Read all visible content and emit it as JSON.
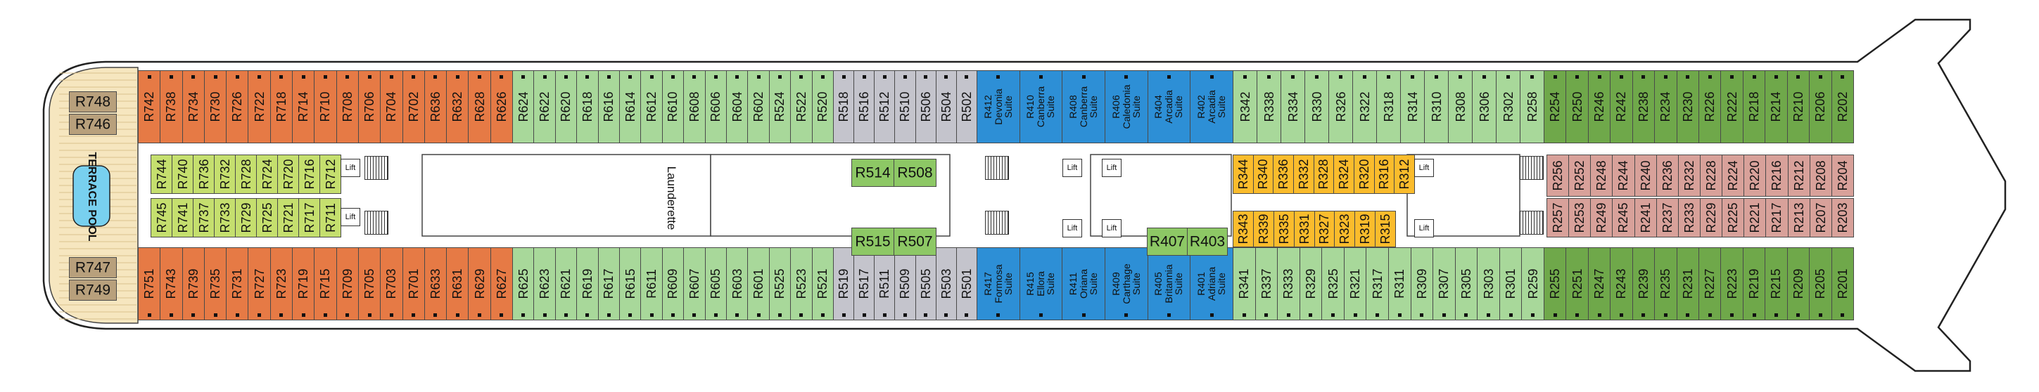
{
  "colors": {
    "orange": "#e67a45",
    "light_green": "#a8d89a",
    "grey": "#c4c4cc",
    "blue": "#2d8fd6",
    "olive_green": "#6fa84a",
    "yellow_green": "#c5df6e",
    "yellow": "#fbbc2c",
    "pink": "#d8a19a",
    "bright_green": "#8dc865",
    "tan": "#b8a07c",
    "pool": "#78d0ef",
    "deck_wood": "#f6e6bf"
  },
  "labels": {
    "pool": "TERRACE\nPOOL",
    "launderette": "Launderette",
    "lift": "Lift"
  },
  "aft": [
    "R748",
    "R746",
    "R747",
    "R749"
  ],
  "top_row": {
    "aft_orange": [
      "R742",
      "R738",
      "R734",
      "R730",
      "R726",
      "R722",
      "R718",
      "R714",
      "R710",
      "R708",
      "R706",
      "R704",
      "R702",
      "R636",
      "R632",
      "R628",
      "R626"
    ],
    "mid_green": [
      "R624",
      "R622",
      "R620",
      "R618",
      "R616",
      "R614",
      "R612",
      "R610",
      "R608",
      "R606",
      "R604",
      "R602",
      "R524",
      "R522",
      "R520"
    ],
    "grey": [
      "R518",
      "R516",
      "R512",
      "R510",
      "R506",
      "R504",
      "R502"
    ],
    "suites": [
      "R412 Devonia Suite",
      "R410 Canberra Suite",
      "R408 Canberra Suite",
      "R406 Caledonia Suite",
      "R404 Arcadia Suite",
      "R402 Arcadia Suite"
    ],
    "fwd_light": [
      "R342",
      "R338",
      "R334",
      "R330",
      "R326",
      "R322",
      "R318",
      "R314",
      "R310",
      "R308",
      "R306",
      "R302",
      "R258"
    ],
    "fwd_olive": [
      "R254",
      "R250",
      "R246",
      "R242",
      "R238",
      "R234",
      "R230",
      "R226",
      "R222",
      "R218",
      "R214",
      "R210",
      "R206",
      "R202"
    ]
  },
  "bottom_row": {
    "aft_orange": [
      "R751",
      "R743",
      "R739",
      "R735",
      "R731",
      "R727",
      "R723",
      "R719",
      "R715",
      "R709",
      "R705",
      "R703",
      "R701",
      "R633",
      "R631",
      "R629",
      "R627"
    ],
    "mid_green": [
      "R625",
      "R623",
      "R621",
      "R619",
      "R617",
      "R615",
      "R611",
      "R609",
      "R607",
      "R605",
      "R603",
      "R601",
      "R525",
      "R523",
      "R521"
    ],
    "grey": [
      "R519",
      "R517",
      "R511",
      "R509",
      "R505",
      "R503",
      "R501"
    ],
    "suites": [
      "R417 Formosa Suite",
      "R415 Ellora Suite",
      "R411 Oriana Suite",
      "R409 Carthage Suite",
      "R405 Britannia Suite",
      "R401 Adriana Suite"
    ],
    "fwd_light": [
      "R341",
      "R337",
      "R333",
      "R329",
      "R325",
      "R321",
      "R317",
      "R311",
      "R309",
      "R307",
      "R305",
      "R303",
      "R301",
      "R259"
    ],
    "fwd_olive": [
      "R255",
      "R251",
      "R247",
      "R243",
      "R239",
      "R235",
      "R231",
      "R227",
      "R223",
      "R219",
      "R215",
      "R209",
      "R205",
      "R201"
    ]
  },
  "inner": {
    "aft_upper": [
      "R744",
      "R740",
      "R736",
      "R732",
      "R728",
      "R724",
      "R720",
      "R716",
      "R712"
    ],
    "aft_lower": [
      "R745",
      "R741",
      "R737",
      "R733",
      "R729",
      "R725",
      "R721",
      "R717",
      "R711"
    ],
    "mid_upper": [
      "R514",
      "R508"
    ],
    "mid_lower": [
      "R515",
      "R507"
    ],
    "mid_lower2": [
      "R407",
      "R403"
    ],
    "yellow_upper": [
      "R344",
      "R340",
      "R336",
      "R332",
      "R328",
      "R324",
      "R320",
      "R316",
      "R312"
    ],
    "yellow_lower": [
      "R343",
      "R339",
      "R335",
      "R331",
      "R327",
      "R323",
      "R319",
      "R315"
    ],
    "pink_upper": [
      "R256",
      "R252",
      "R248",
      "R244",
      "R240",
      "R236",
      "R232",
      "R228",
      "R224",
      "R220",
      "R216",
      "R212",
      "R208",
      "R204"
    ],
    "pink_lower": [
      "R257",
      "R253",
      "R249",
      "R245",
      "R241",
      "R237",
      "R233",
      "R229",
      "R225",
      "R221",
      "R217",
      "R213",
      "R207",
      "R203"
    ]
  }
}
